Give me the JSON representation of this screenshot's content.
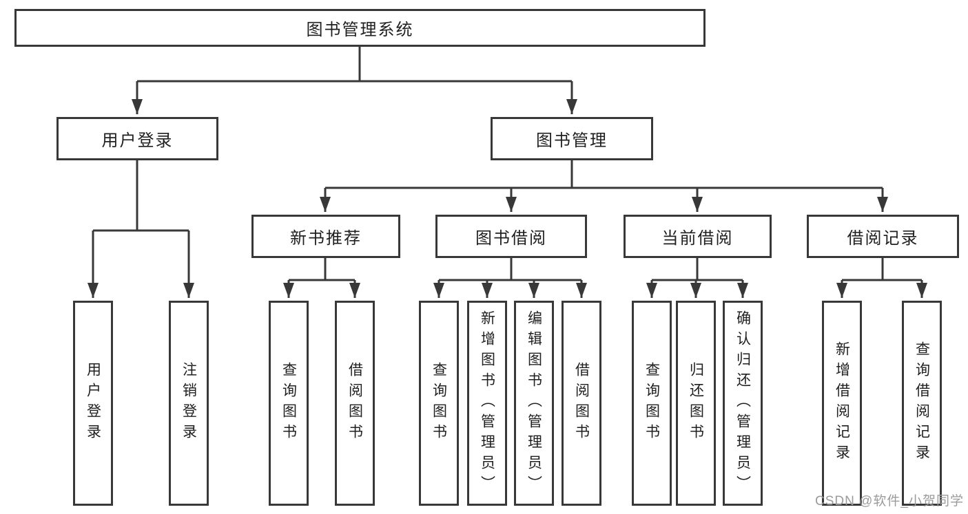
{
  "diagram_type": "hierarchy-tree",
  "colors": {
    "line": "#383838",
    "box_border": "#383838",
    "box_fill": "#ffffff",
    "text": "#1f1f1f",
    "watermark_text": "#9b9b9b",
    "background": "#ffffff"
  },
  "watermark": "CSDN @软件_小贺同学",
  "tree": {
    "root": {
      "label": "图书管理系统",
      "children": [
        {
          "label": "用户登录",
          "children": [
            {
              "label": "用户登录"
            },
            {
              "label": "注销登录"
            }
          ]
        },
        {
          "label": "图书管理",
          "children": [
            {
              "label": "新书推荐",
              "children": [
                {
                  "label": "查询图书"
                },
                {
                  "label": "借阅图书"
                }
              ]
            },
            {
              "label": "图书借阅",
              "children": [
                {
                  "label": "查询图书"
                },
                {
                  "label": "新增图书（管理员）"
                },
                {
                  "label": "编辑图书（管理员）"
                },
                {
                  "label": "借阅图书"
                }
              ]
            },
            {
              "label": "当前借阅",
              "children": [
                {
                  "label": "查询图书"
                },
                {
                  "label": "归还图书"
                },
                {
                  "label": "确认归还（管理员）"
                }
              ]
            },
            {
              "label": "借阅记录",
              "children": [
                {
                  "label": "新增借阅记录"
                },
                {
                  "label": "查询借阅记录"
                }
              ]
            }
          ]
        }
      ]
    }
  }
}
